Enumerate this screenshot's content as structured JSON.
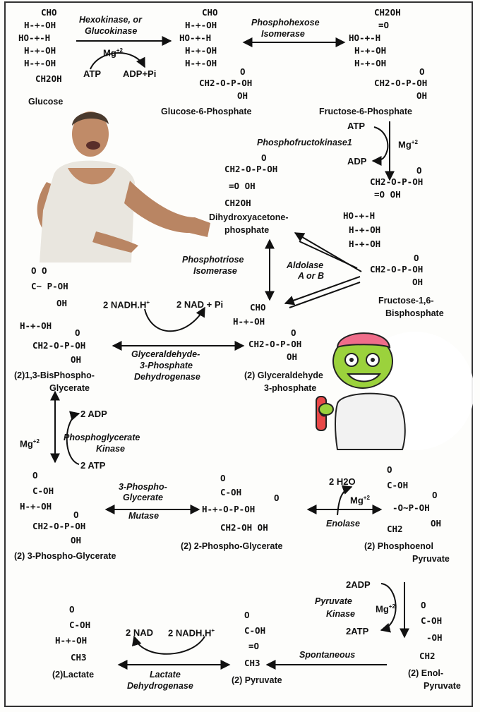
{
  "hexokinase": [
    "Hexokinase, or",
    "Glucokinase"
  ],
  "mg": "Mg",
  "mg_sup": "+2",
  "atp": "ATP",
  "adp_pi": "ADP+Pi",
  "phosphohexose_isomerase": [
    "Phosphohexose",
    "Isomerase"
  ],
  "phosphofructokinase": "Phosphofructokinase1",
  "aldolase": [
    "Aldolase",
    "A or B"
  ],
  "phosphotriose_isomerase": [
    "Phosphotriose",
    "Isomerase"
  ],
  "g3pdh": [
    "Glyceraldehyde-",
    "3-Phosphate",
    "Dehydrogenase"
  ],
  "nadh_h": "2 NADH.H",
  "nad_pi": "2 NAD + Pi",
  "plus": "+",
  "two_adp": "2 ADP",
  "two_atp": "2 ATP",
  "pgk": [
    "Phosphoglycerate",
    "Kinase"
  ],
  "pgm": [
    "3-Phospho-",
    "Glycerate",
    "Mutase"
  ],
  "two_h2o": "2 H2O",
  "enolase": "Enolase",
  "pyruvate_kinase": [
    "Pyruvate",
    "Kinase"
  ],
  "two_adp_b": "2ADP",
  "two_atp_b": "2ATP",
  "spontaneous": "Spontaneous",
  "ldh": [
    "Lactate",
    "Dehydrogenase"
  ],
  "two_nad": "2 NAD",
  "two_nadh_h": "2 NADH.H",
  "labels": {
    "glucose": "Glucose",
    "g6p": "Glucose-6-Phosphate",
    "f6p": "Fructose-6-Phosphate",
    "dhap": [
      "Dihydroxyacetone-",
      "phosphate"
    ],
    "fbp": [
      "Fructose-1,6-",
      "Bisphosphate"
    ],
    "bpg": [
      "(2)1,3-BisPhospho-",
      "Glycerate"
    ],
    "gap": [
      "(2) Glyceraldehyde",
      "3-phosphate"
    ],
    "pg3": "(2) 3-Phospho-Glycerate",
    "pg2": "(2)  2-Phospho-Glycerate",
    "pep": [
      "(2) Phosphoenol",
      "Pyruvate"
    ],
    "enolpyr": [
      "(2)  Enol-",
      "Pyruvate"
    ],
    "pyruvate": "(2) Pyruvate",
    "lactate": "(2)Lactate"
  },
  "formulas": {
    "glucose": [
      "CHO",
      "H-+-OH",
      "HO-+-H",
      "H-+-OH",
      "H-+-OH",
      "CH2OH"
    ],
    "g6p": [
      "CHO",
      "H-+-OH",
      "HO-+-H",
      "H-+-OH",
      "H-+-OH",
      "O",
      "CH2-O-P-OH",
      "OH"
    ],
    "f6p": [
      "CH2OH",
      "=O",
      "HO-+-H",
      "H-+-OH",
      "H-+-OH",
      "O",
      "CH2-O-P-OH",
      "OH"
    ],
    "dhap": [
      "O",
      "CH2-O-P-OH",
      "=O  OH",
      "CH2OH"
    ],
    "fbp": [
      "O",
      "CH2-O-P-OH",
      "=O  OH",
      "HO-+-H",
      "H-+-OH",
      "H-+-OH",
      "O",
      "CH2-O-P-OH",
      "OH"
    ],
    "bpg": [
      "O   O",
      "C~ P-OH",
      "OH",
      "H-+-OH",
      "O",
      "CH2-O-P-OH",
      "OH"
    ],
    "gap": [
      "CHO",
      "H-+-OH",
      "O",
      "CH2-O-P-OH",
      "OH"
    ],
    "pg3": [
      "O",
      "C-OH",
      "H-+-OH",
      "O",
      "CH2-O-P-OH",
      "OH"
    ],
    "pg2": [
      "O",
      "C-OH",
      "O",
      "H-+-O-P-OH",
      "CH2-OH  OH"
    ],
    "pep": [
      "O",
      "C-OH",
      "O",
      "-O~P-OH",
      "CH2",
      "OH"
    ],
    "enolpyr": [
      "O",
      "C-OH",
      "-OH",
      "CH2"
    ],
    "pyruvate": [
      "O",
      "C-OH",
      "=O",
      "CH3"
    ],
    "lactate": [
      "O",
      "C-OH",
      "H-+-OH",
      "CH3"
    ]
  }
}
